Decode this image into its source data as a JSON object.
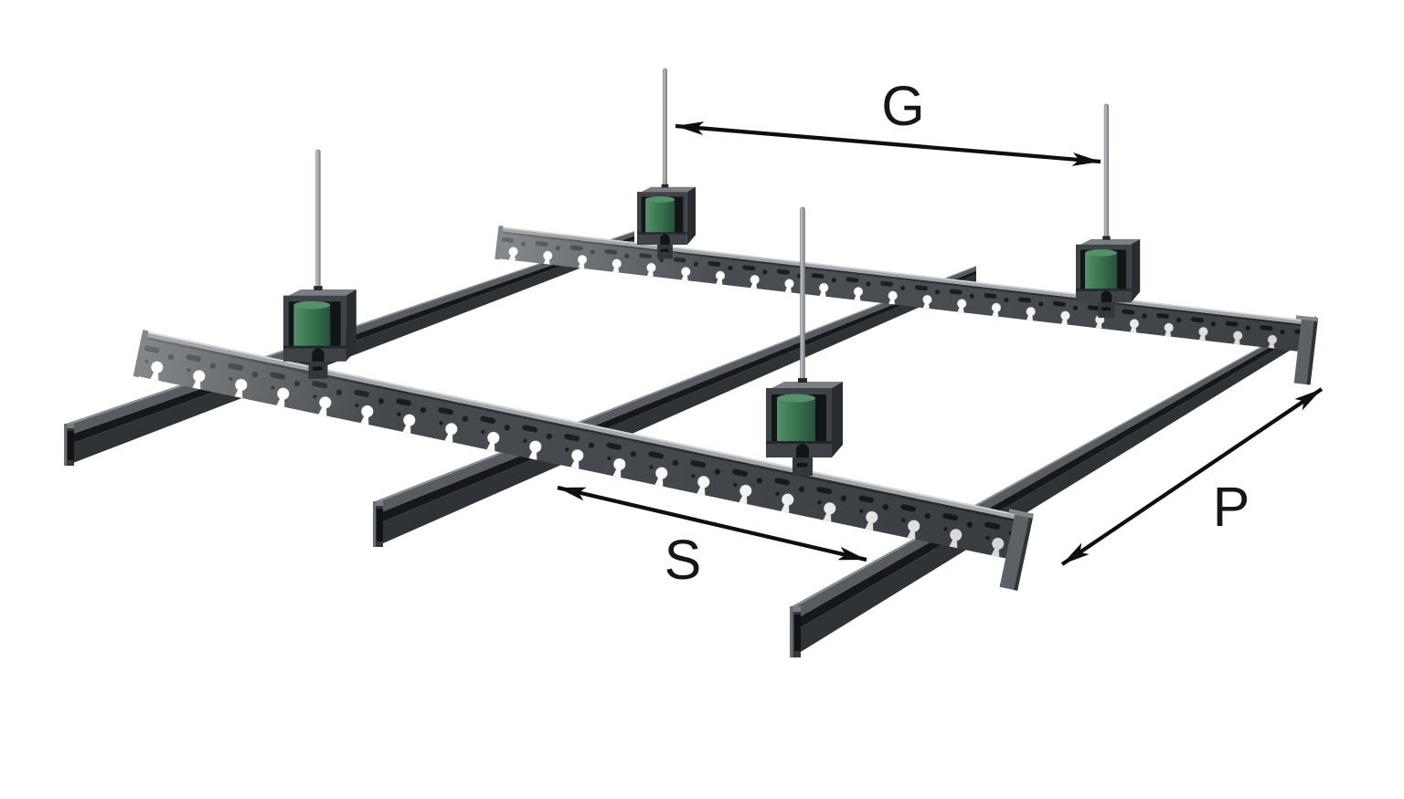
{
  "page": {
    "title": "Suspended ceiling anti-vibration hanger grid — dimension diagram",
    "background": "#ffffff"
  },
  "labels": {
    "g": "G",
    "s": "S",
    "p": "P"
  },
  "colors": {
    "arrow": "#0f0f0f",
    "label_text": "#161616",
    "rail_face_back": "#484c50",
    "rail_face_front": "#44484c",
    "rail_top_strip": "#a3a7aa",
    "rail_top_highlight": "#d4d7d9",
    "rail_end_bracket": "#5d6165",
    "rail_end_cap": "#83878b",
    "perforation": "#191b1d",
    "keyhole_cut": "#ffffff",
    "channel_wall": "#2f3336",
    "channel_interior": "#15171a",
    "channel_inner_wall": "#585c60",
    "channel_top_edge": "#8b8f93",
    "channel_cut_face": "#34383b",
    "channel_cut_rim": "#787c80",
    "bracket_front": "#3f4347",
    "bracket_side": "#2a2d30",
    "bracket_top": "#7b7f83",
    "bracket_interior": "#121416",
    "bracket_neck": "#33373a",
    "isolator_green": "#3c7a52",
    "isolator_green_light": "#549069",
    "isolator_green_dark": "#27513a",
    "rod_light": "#c9cdd0",
    "rod_mid": "#a6aaae",
    "rod_dark": "#7e8286"
  },
  "parts": {
    "rail": "perforated-hanging-rail",
    "channel": "c-profile-channel",
    "hanger": "anti-vibration-hanger",
    "isolator": "elastomer-isolator",
    "rod": "hanger-rod"
  }
}
